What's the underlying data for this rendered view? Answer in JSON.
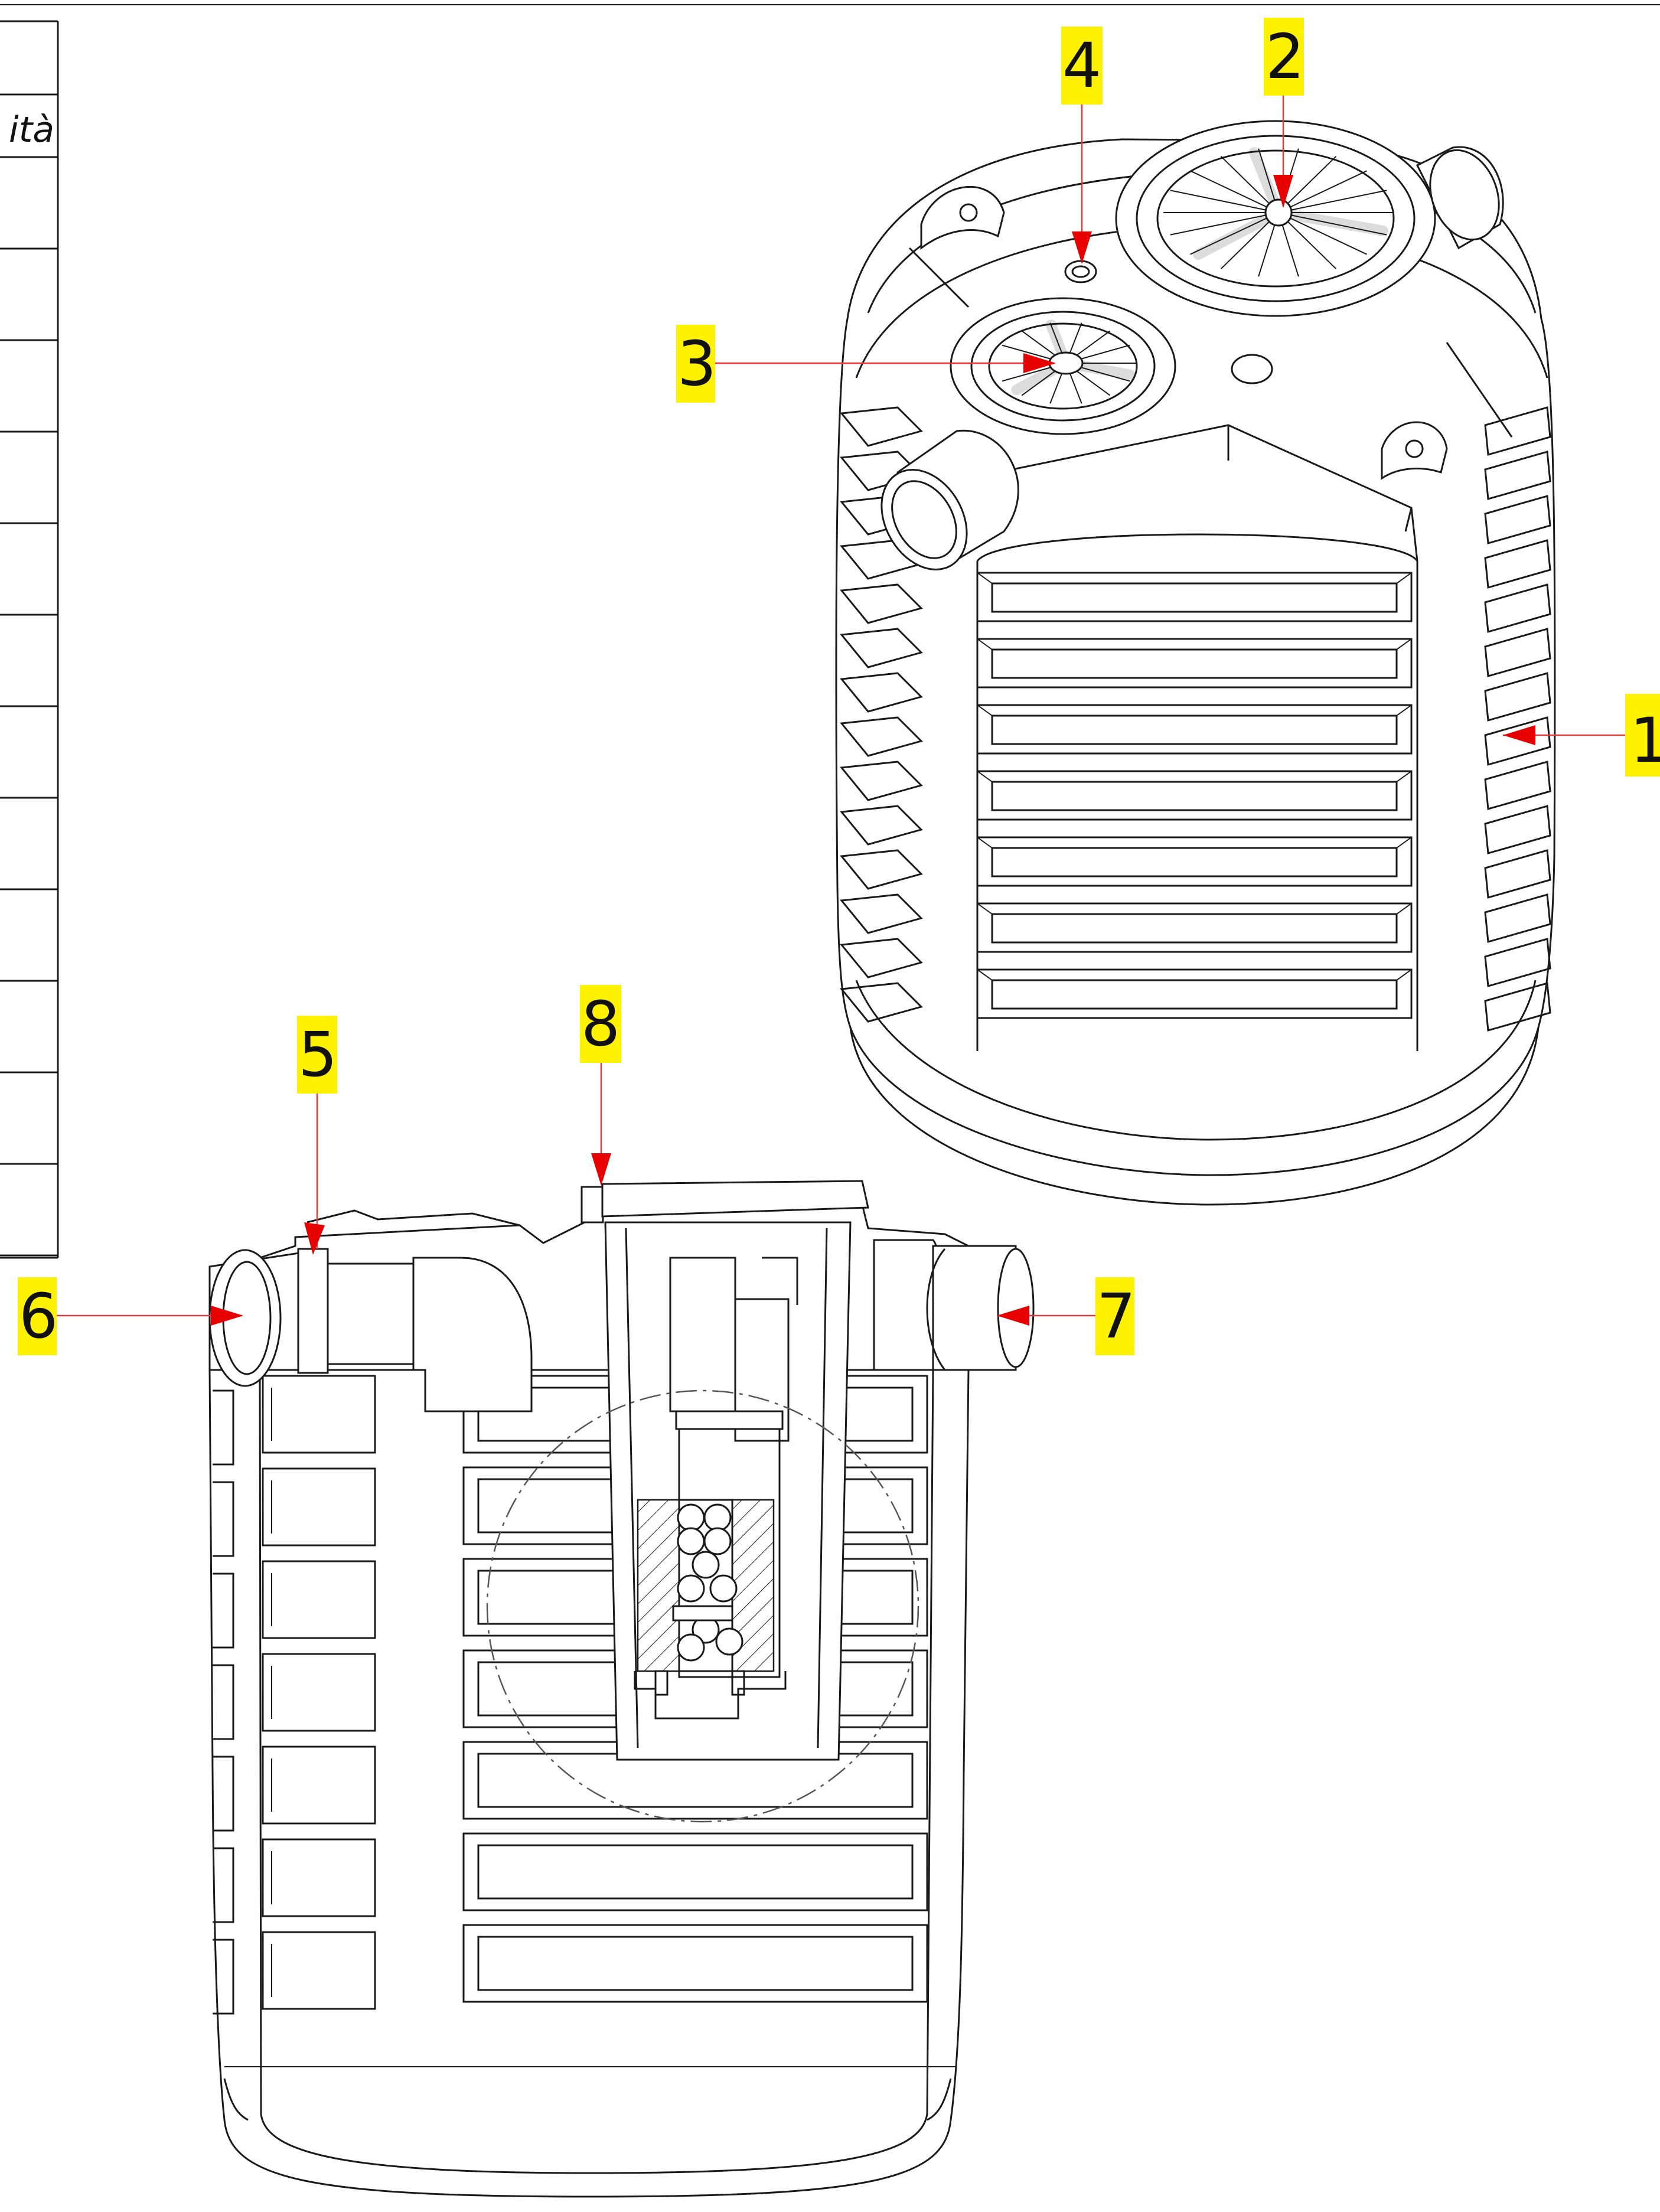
{
  "parts_table": {
    "header_label": "ità",
    "row_count": 12
  },
  "callouts": [
    {
      "id": "1",
      "label": "1"
    },
    {
      "id": "2",
      "label": "2"
    },
    {
      "id": "3",
      "label": "3"
    },
    {
      "id": "4",
      "label": "4"
    },
    {
      "id": "5",
      "label": "5"
    },
    {
      "id": "6",
      "label": "6"
    },
    {
      "id": "7",
      "label": "7"
    },
    {
      "id": "8",
      "label": "8"
    }
  ],
  "colors": {
    "callout_highlight": "#fff200",
    "leader_line": "#e23b3b",
    "arrow_head": "#e60000",
    "line_art": "#1a1a1a"
  }
}
